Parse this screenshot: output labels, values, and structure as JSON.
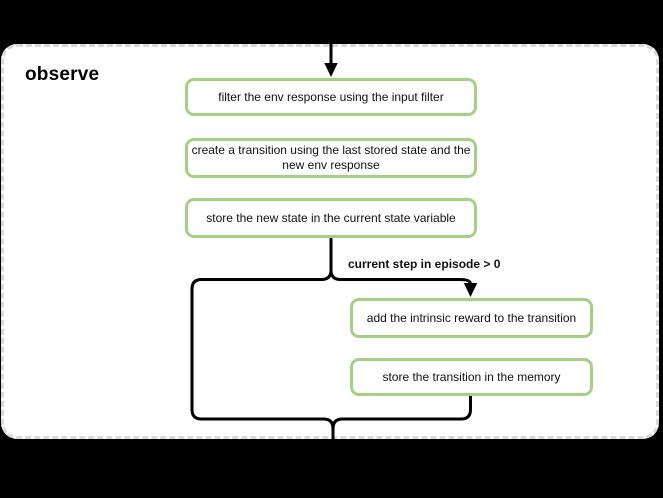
{
  "group": {
    "title": "observe"
  },
  "flow": {
    "branch_label": "current step in episode > 0",
    "steps": [
      {
        "lines": [
          "filter the env response using the input filter"
        ]
      },
      {
        "lines": [
          "create a transition using the last stored state and the",
          "new env response"
        ]
      },
      {
        "lines": [
          "store the new state in the current state variable"
        ]
      },
      {
        "lines": [
          "add the intrinsic reward to the transition"
        ]
      },
      {
        "lines": [
          "store the transition in the memory"
        ]
      }
    ]
  },
  "colors": {
    "background": "#000000",
    "frame_fill": "#ffffff",
    "frame_border": "#d9d9d9",
    "node_border": "#a3d085",
    "node_fill": "#ffffff",
    "connector": "#000000",
    "text": "#111111"
  }
}
